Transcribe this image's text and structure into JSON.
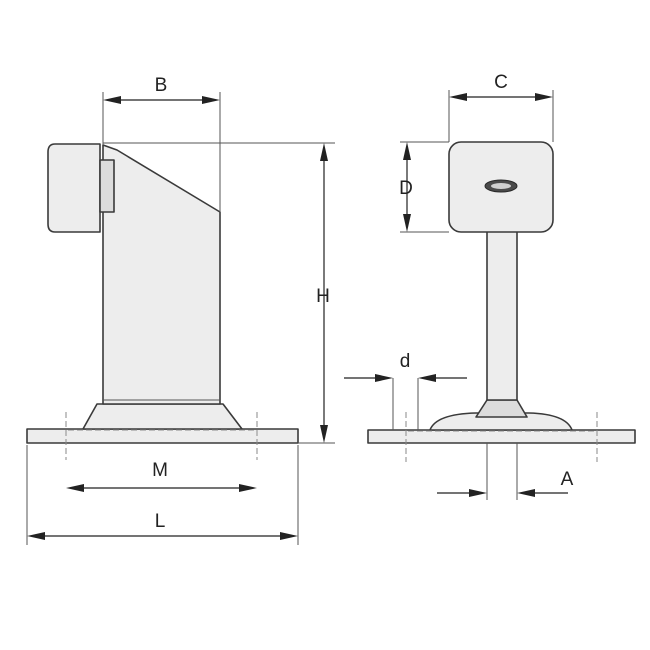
{
  "dimensions": {
    "B": "B",
    "C": "C",
    "D": "D",
    "H": "H",
    "d": "d",
    "M": "M",
    "L": "L",
    "A": "A"
  },
  "colors": {
    "line": "#3a3a3a",
    "fill": "#ededed",
    "dimension": "#222222"
  }
}
